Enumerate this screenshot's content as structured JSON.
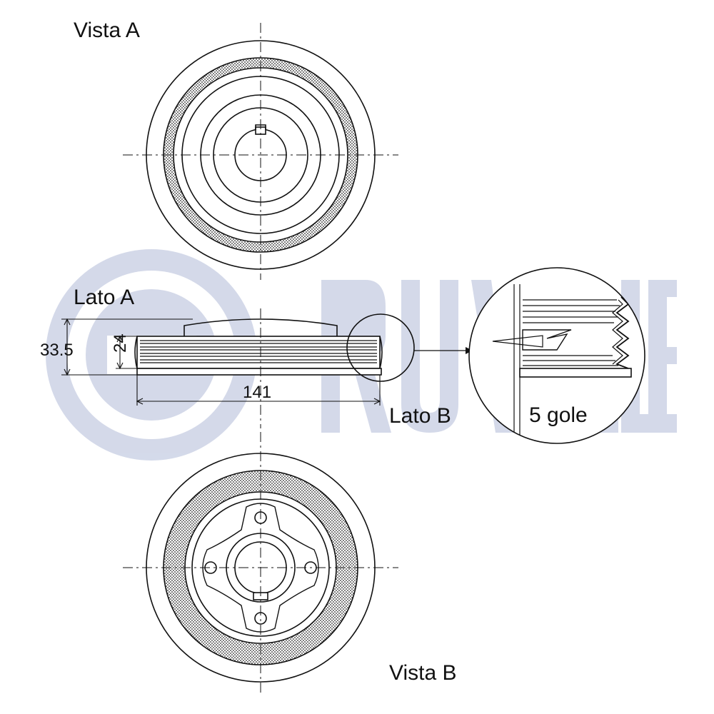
{
  "labels": {
    "view_a": "Vista A",
    "view_b": "Vista B",
    "side_a": "Lato A",
    "side_b": "Lato B",
    "grooves": "5 gole"
  },
  "dimensions": {
    "total_height": "33.5",
    "belt_width": "24",
    "diameter": "141"
  },
  "watermark": {
    "text": "RUVILLE",
    "color": "#cdd3e6"
  },
  "colors": {
    "line": "#111111",
    "hatch": "#3a3a3a"
  }
}
